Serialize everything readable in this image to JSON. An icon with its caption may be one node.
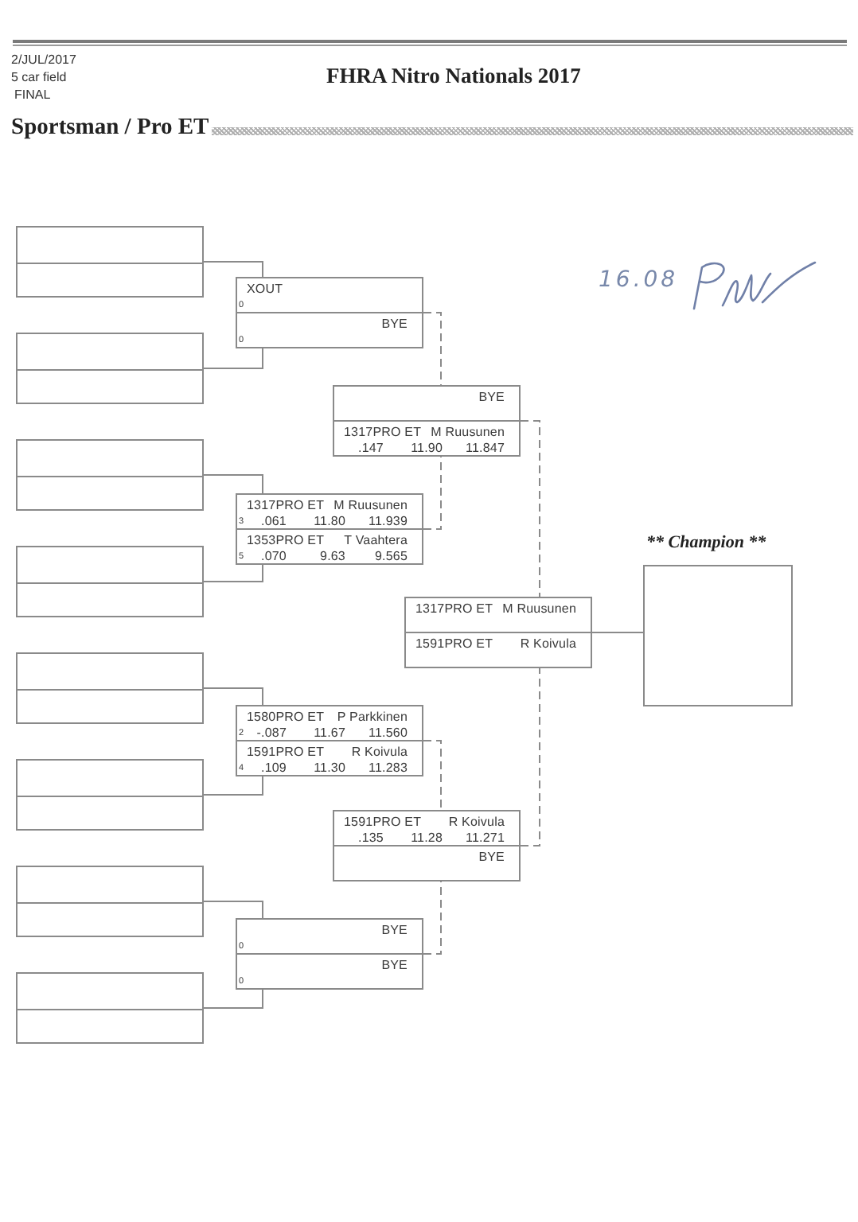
{
  "diagram": {
    "title": "FHRA Nitro Nationals 2017",
    "nodes": [
      {
        "text": [],
        "shape": "box"
      },
      {
        "text": [],
        "shape": "box"
      },
      {
        "text": [],
        "shape": "box"
      },
      {
        "text": [],
        "shape": "box"
      },
      {
        "text": [],
        "shape": "box"
      },
      {
        "text": [],
        "shape": "box"
      },
      {
        "text": [],
        "shape": "box"
      },
      {
        "text": [],
        "shape": "box"
      },
      {
        "text": [],
        "shape": "box"
      },
      {
        "text": [
          "XOUT",
          "0"
        ],
        "in": 8
      },
      {
        "text": [
          "BYE",
          "0"
        ],
        "in": 8
      },
      {
        "text": [],
        "shape": "box"
      },
      {
        "text": [
          "1317PRO ET",
          "M Ruusunen",
          "3",
          ".061",
          "11.80",
          "11.939"
        ],
        "in": 11
      },
      {
        "text": [
          "1353PRO ET",
          "T Vaahtera",
          "5",
          ".070",
          "9.63",
          "9.565"
        ],
        "in": 11
      },
      {
        "text": [],
        "shape": "box"
      },
      {
        "text": [
          "1580PRO ET",
          "P Parkkinen",
          "2",
          "-.087",
          "11.67",
          "11.560"
        ],
        "in": 14
      },
      {
        "text": [
          "1591PRO ET",
          "R Koivula",
          "4",
          ".109",
          "11.30",
          "11.283"
        ],
        "in": 14
      },
      {
        "text": [],
        "shape": "box"
      },
      {
        "text": [
          "BYE",
          "0"
        ],
        "in": 17
      },
      {
        "text": [
          "BYE",
          "0"
        ],
        "in": 17
      },
      {
        "text": [],
        "shape": "box"
      },
      {
        "text": [
          "BYE"
        ],
        "in": 20
      },
      {
        "text": [
          "1317PRO ET",
          "M Ruusunen",
          ".147",
          "11.90",
          "11.847"
        ],
        "in": 20
      },
      {
        "text": [],
        "shape": "box"
      },
      {
        "text": [
          "1591PRO ET",
          "R Koivula",
          ".135",
          "11.28",
          "11.271"
        ],
        "in": 23
      },
      {
        "text": [
          "BYE"
        ],
        "in": 23
      },
      {
        "text": [],
        "shape": "box"
      },
      {
        "text": [
          "1317PRO ET",
          "M Ruusunen"
        ],
        "in": 26
      },
      {
        "text": [
          "1591PRO ET",
          "R Koivula"
        ],
        "in": 26
      },
      {
        "text": [
          "** Champion **"
        ]
      }
    ],
    "edges": [
      {
        "from": 0,
        "to": 9,
        "arrow": "none"
      },
      {
        "from": 1,
        "to": 10,
        "arrow": "none"
      },
      {
        "from": 2,
        "to": 12,
        "arrow": "none"
      },
      {
        "from": 3,
        "to": 13,
        "arrow": "none"
      },
      {
        "from": 4,
        "to": 15,
        "arrow": "none"
      },
      {
        "from": 5,
        "to": 16,
        "arrow": "none"
      },
      {
        "from": 6,
        "to": 18,
        "arrow": "none"
      },
      {
        "from": 7,
        "to": 19,
        "arrow": "none"
      },
      {
        "from": 8,
        "to": 21,
        "arrow": "none",
        "style": "dashed"
      },
      {
        "from": 11,
        "to": 22,
        "arrow": "none",
        "style": "dashed"
      },
      {
        "from": 14,
        "to": 24,
        "arrow": "none",
        "style": "dashed"
      },
      {
        "from": 17,
        "to": 25,
        "arrow": "none",
        "style": "dashed"
      },
      {
        "from": 20,
        "to": 27,
        "arrow": "none",
        "style": "dashed"
      },
      {
        "from": 23,
        "to": 28,
        "arrow": "none",
        "style": "dashed"
      },
      {
        "from": 26,
        "to": 29,
        "arrow": "none"
      }
    ],
    "labels": [
      "2/JUL/2017",
      "5 car field",
      "FINAL",
      "Sportsman / Pro ET",
      "16.08"
    ]
  }
}
